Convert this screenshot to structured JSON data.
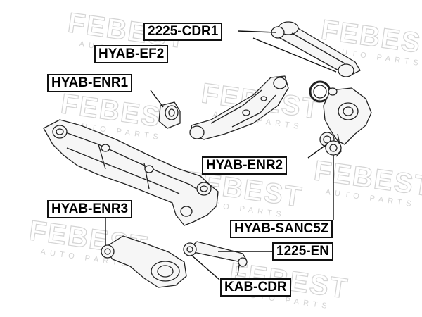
{
  "watermark": {
    "brand": "FEBEST",
    "tagline": "AUTO PARTS"
  },
  "labels": [
    {
      "id": "2225-cdr1",
      "text": "2225-CDR1"
    },
    {
      "id": "hyab-ef2",
      "text": "HYAB-EF2"
    },
    {
      "id": "hyab-enr1",
      "text": "HYAB-ENR1"
    },
    {
      "id": "hyab-enr2",
      "text": "HYAB-ENR2"
    },
    {
      "id": "hyab-enr3",
      "text": "HYAB-ENR3"
    },
    {
      "id": "hyab-sanc5z",
      "text": "HYAB-SANC5Z"
    },
    {
      "id": "1225-en",
      "text": "1225-EN"
    },
    {
      "id": "kab-cdr",
      "text": "KAB-CDR"
    }
  ],
  "colors": {
    "line": "#111111",
    "part_fill": "#f4f4f4",
    "part_stroke": "#222222",
    "watermark": "#d7d7d7"
  }
}
